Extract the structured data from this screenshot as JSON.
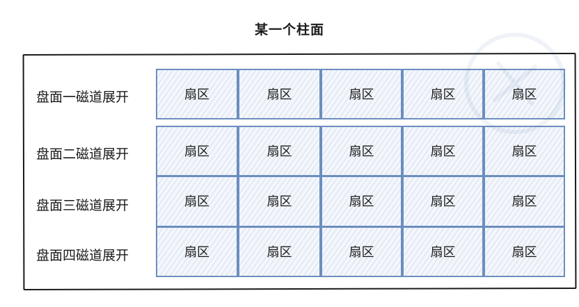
{
  "title": "某一个柱面",
  "rows": [
    {
      "label": "盘面一磁道展开",
      "sectors": [
        "扇区",
        "扇区",
        "扇区",
        "扇区",
        "扇区"
      ]
    },
    {
      "label": "盘面二磁道展开",
      "sectors": [
        "扇区",
        "扇区",
        "扇区",
        "扇区",
        "扇区"
      ]
    },
    {
      "label": "盘面三磁道展开",
      "sectors": [
        "扇区",
        "扇区",
        "扇区",
        "扇区",
        "扇区"
      ]
    },
    {
      "label": "盘面四磁道展开",
      "sectors": [
        "扇区",
        "扇区",
        "扇区",
        "扇区",
        "扇区"
      ]
    }
  ],
  "colors": {
    "sector_border": "#6c8ebf",
    "sector_fill": "#f3f6fb",
    "frame": "#1a1a1a"
  }
}
